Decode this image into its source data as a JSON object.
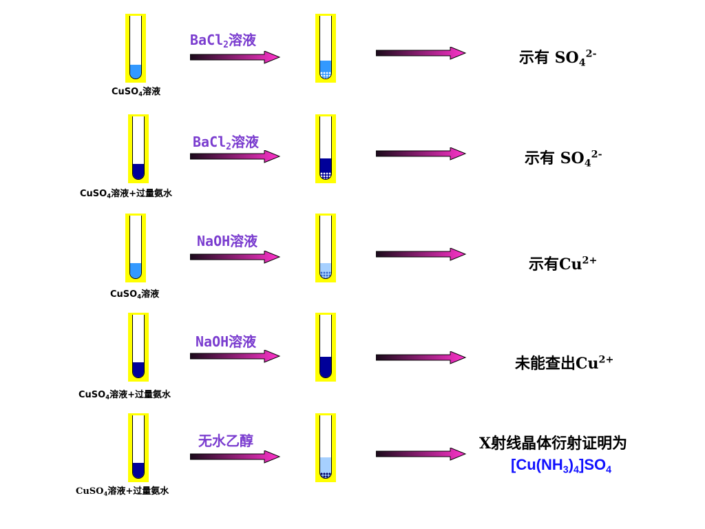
{
  "colors": {
    "frame": "#ffff00",
    "light_blue": "#3399ff",
    "dark_blue": "#000099",
    "pale_blue": "#a6d0ff",
    "reagent": "#7a3ccf",
    "arrow_from": "#1a0a1a",
    "arrow_to": "#ff33cc"
  },
  "rows": [
    {
      "left_label": {
        "a": "CuSO",
        "sub": "4",
        "b": "溶液"
      },
      "reagent": {
        "a": "BaCl",
        "sub": "2",
        "b": "溶液"
      },
      "left_liquid": "light_blue",
      "right_liquid": "light_blue",
      "right_precipitate": true,
      "result": {
        "a": "示有 SO",
        "sub": "4",
        "sup": "2-"
      }
    },
    {
      "left_label": {
        "a": "CuSO",
        "sub": "4",
        "b": "溶液+过量氨水"
      },
      "reagent": {
        "a": "BaCl",
        "sub": "2",
        "b": "溶液"
      },
      "left_liquid": "dark_blue",
      "right_liquid": "dark_blue",
      "right_precipitate": true,
      "result": {
        "a": "示有 SO",
        "sub": "4",
        "sup": "2-"
      }
    },
    {
      "left_label": {
        "a": "CuSO",
        "sub": "4",
        "b": "溶液"
      },
      "reagent": {
        "a": "NaOH溶液",
        "sub": "",
        "b": ""
      },
      "left_liquid": "light_blue",
      "right_liquid": "pale_blue",
      "right_precipitate": true,
      "result": {
        "a": "示有Cu",
        "sub": "",
        "sup": "2+"
      }
    },
    {
      "left_label": {
        "a": "CuSO",
        "sub": "4",
        "b": "溶液+过量氨水"
      },
      "reagent": {
        "a": "NaOH溶液",
        "sub": "",
        "b": ""
      },
      "left_liquid": "dark_blue",
      "right_liquid": "dark_blue",
      "right_precipitate": false,
      "result": {
        "a": "未能查出Cu",
        "sub": "",
        "sup": "2+"
      }
    },
    {
      "left_label": {
        "a": "CuSO",
        "sub": "4",
        "b": "溶液+过量氨水"
      },
      "reagent": {
        "a": "无水乙醇",
        "sub": "",
        "b": ""
      },
      "left_liquid": "dark_blue",
      "right_liquid": "pale_blue",
      "right_precipitate": true,
      "result": {
        "a": "X射线晶体衍射证明为",
        "sub": "",
        "sup": ""
      },
      "result_line2": {
        "a": "[Cu(NH",
        "sub": "3",
        "b": ")",
        "sub2": "4",
        "c": "]SO",
        "sub3": "4"
      }
    }
  ]
}
